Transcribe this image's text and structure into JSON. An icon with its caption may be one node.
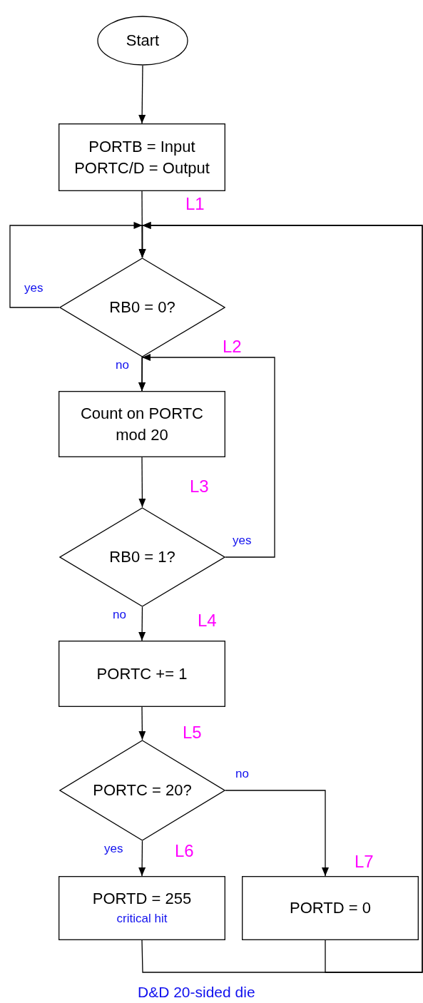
{
  "diagram": {
    "caption": "D&D 20-sided die",
    "nodes": [
      {
        "text": [
          "Start"
        ]
      },
      {
        "text": [
          "PORTB = Input PORTC/D = Output"
        ]
      },
      {
        "text": [
          "RB0 = 0?"
        ]
      },
      {
        "text": [
          "Count on PORTC mod 20"
        ]
      },
      {
        "text": [
          "RB0 = 1?"
        ]
      },
      {
        "text": [
          "PORTC += 1"
        ]
      },
      {
        "text": [
          "PORTC = 20?"
        ]
      },
      {
        "text": [
          "PORTD = 255",
          "critical hit"
        ]
      },
      {
        "text": [
          "PORTD = 0"
        ]
      }
    ],
    "edges": [
      {
        "from": 0,
        "to": 1,
        "arrow": "to"
      },
      {
        "from": 1,
        "to": 2,
        "arrow": "to"
      },
      {
        "from": 2,
        "to": 2,
        "arrow": "to",
        "label": "yes"
      },
      {
        "from": 2,
        "to": 3,
        "arrow": "to",
        "label": "no"
      },
      {
        "from": 4,
        "to": 3,
        "arrow": "to",
        "label": "yes"
      },
      {
        "from": 3,
        "to": 4,
        "arrow": "to"
      },
      {
        "from": 4,
        "to": 5,
        "arrow": "to",
        "label": "no"
      },
      {
        "from": 5,
        "to": 6,
        "arrow": "to"
      },
      {
        "from": 6,
        "to": 7,
        "arrow": "to",
        "label": "yes"
      },
      {
        "from": 6,
        "to": 8,
        "arrow": "to",
        "label": "no"
      },
      {
        "from": 7,
        "to": 2,
        "arrow": "to"
      },
      {
        "from": 8,
        "to": 2,
        "arrow": "to"
      }
    ],
    "labels": [
      "L1",
      "L2",
      "L3",
      "L4",
      "L5",
      "L6",
      "L7"
    ]
  }
}
